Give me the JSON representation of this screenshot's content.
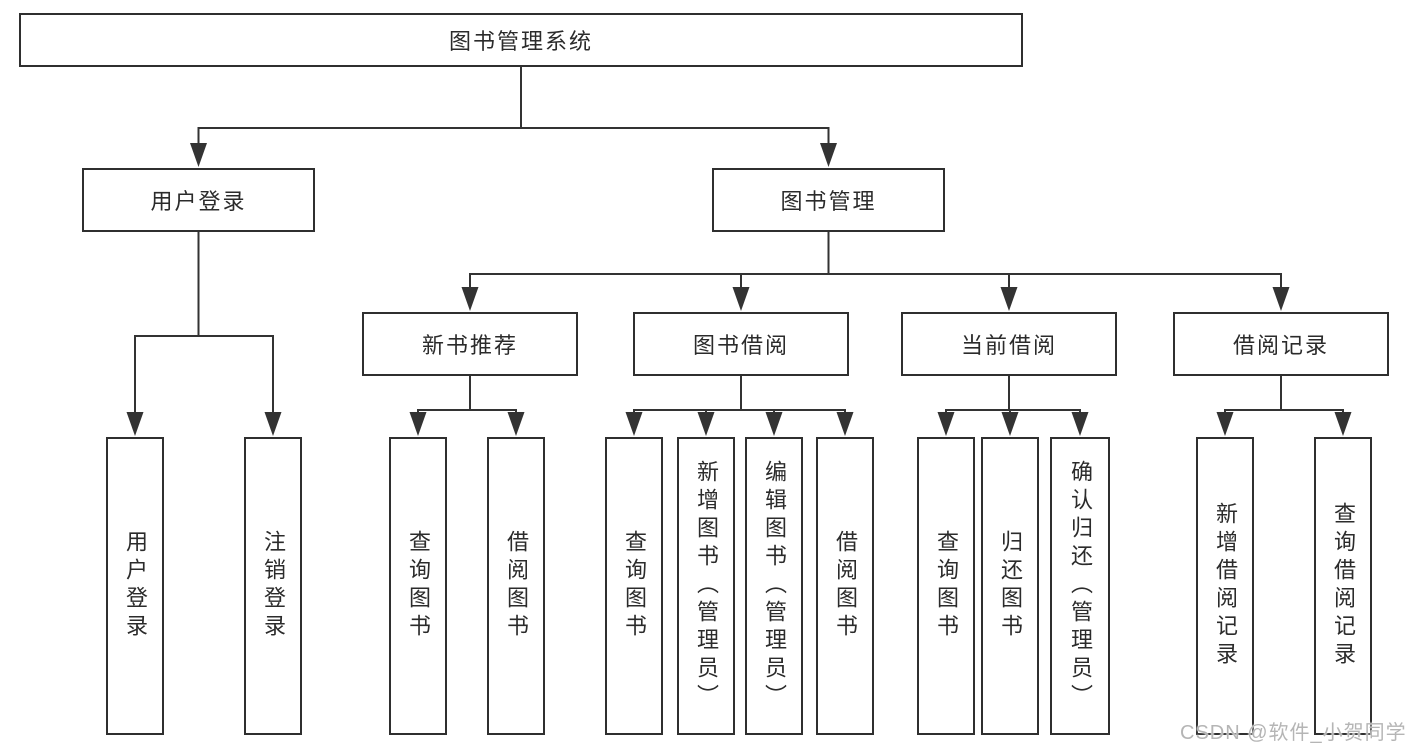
{
  "root": {
    "label": "图书管理系统"
  },
  "level2": [
    {
      "label": "用户登录"
    },
    {
      "label": "图书管理"
    }
  ],
  "level3": [
    {
      "label": "新书推荐"
    },
    {
      "label": "图书借阅"
    },
    {
      "label": "当前借阅"
    },
    {
      "label": "借阅记录"
    }
  ],
  "leaves": {
    "user_login": [
      "用户登录",
      "注销登录"
    ],
    "new_books": [
      "查询图书",
      "借阅图书"
    ],
    "book_borrow": [
      "查询图书",
      "新增图书（管理员）",
      "编辑图书（管理员）",
      "借阅图书"
    ],
    "current_borrow": [
      "查询图书",
      "归还图书",
      "确认归还（管理员）"
    ],
    "borrow_records": [
      "新增借阅记录",
      "查询借阅记录"
    ]
  },
  "watermark": {
    "text": "CSDN @软件_小贺同学"
  },
  "colors": {
    "line": "#333333",
    "border": "#2f2f2f",
    "text": "#2b2b2b",
    "watermark": "#b5b5b5",
    "background": "#ffffff"
  }
}
